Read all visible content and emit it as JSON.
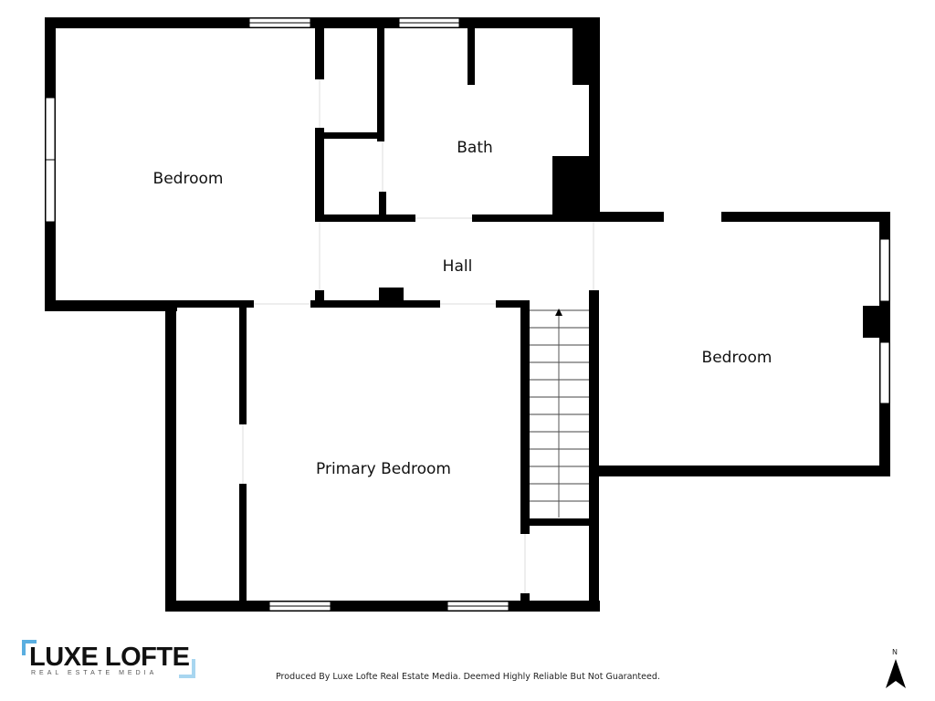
{
  "rooms": {
    "bedroom_nw": "Bedroom",
    "bath": "Bath",
    "hall": "Hall",
    "bedroom_e": "Bedroom",
    "primary_bedroom": "Primary Bedroom"
  },
  "logo": {
    "name": "LUXE LOFTE",
    "tagline": "REAL ESTATE MEDIA",
    "accent_color": "#5aaee0"
  },
  "footer": {
    "disclaimer": "Produced By Luxe Lofte Real Estate Media. Deemed Highly Reliable But Not Guaranteed."
  },
  "compass": {
    "label": "N",
    "icon": "north-arrow-icon"
  },
  "stairs": {
    "direction": "up",
    "treads": 12
  }
}
